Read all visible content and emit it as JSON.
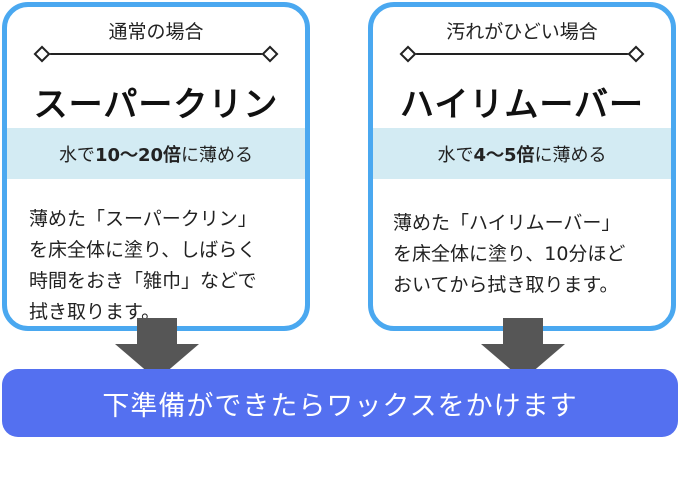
{
  "left_card": {
    "case_label": "通常の場合",
    "product": "スーパークリン",
    "dilution_prefix": "水で",
    "dilution_ratio": "10〜20倍",
    "dilution_suffix": "に薄める",
    "description_lines": [
      "薄めた「スーパークリン」",
      "を床全体に塗り、しばらく",
      "時間をおき「雑巾」などで",
      "拭き取ります。"
    ]
  },
  "right_card": {
    "case_label": "汚れがひどい場合",
    "product": "ハイリムーバー",
    "dilution_prefix": "水で",
    "dilution_ratio": "4〜5倍",
    "dilution_suffix": "に薄める",
    "description_lines": [
      "薄めた「ハイリムーバー」",
      "を床全体に塗り、10分ほど",
      "おいてから拭き取ります。"
    ]
  },
  "banner": {
    "text": "下準備ができたらワックスをかけます"
  },
  "colors": {
    "card_border": "#4aa8f0",
    "band": "#d3ebf3",
    "banner": "#5470f0",
    "arrow": "#565656"
  }
}
